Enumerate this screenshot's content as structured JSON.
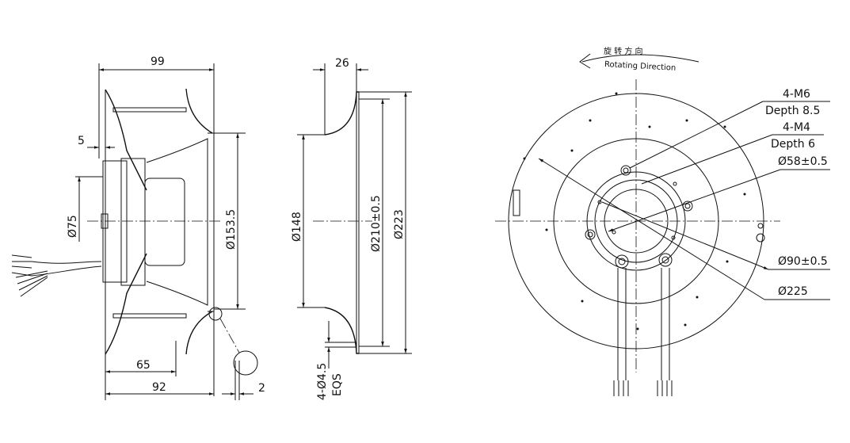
{
  "side_view": {
    "dim_overall_length": "99",
    "dim_offset": "5",
    "dim_motor_dia": "Ø75",
    "dim_outlet_dia": "Ø153.5",
    "dim_65": "65",
    "dim_92": "92",
    "dim_2": "2"
  },
  "inlet_ring": {
    "dim_width": "26",
    "dim_inner_dia": "Ø148",
    "dim_hole_circle": "Ø210±0.5",
    "dim_outer_dia": "Ø223",
    "dim_holes": "4-Ø4.5",
    "dim_holes_note": "EQS"
  },
  "front_view": {
    "rotation_cn": "旋 转 方 向",
    "rotation_en": "Rotating Direction",
    "callout_m6": "4-M6",
    "callout_m6_depth": "Depth 8.5",
    "callout_m4": "4-M4",
    "callout_m4_depth": "Depth 6",
    "dim_58": "Ø58±0.5",
    "dim_90": "Ø90±0.5",
    "dim_225": "Ø225"
  }
}
